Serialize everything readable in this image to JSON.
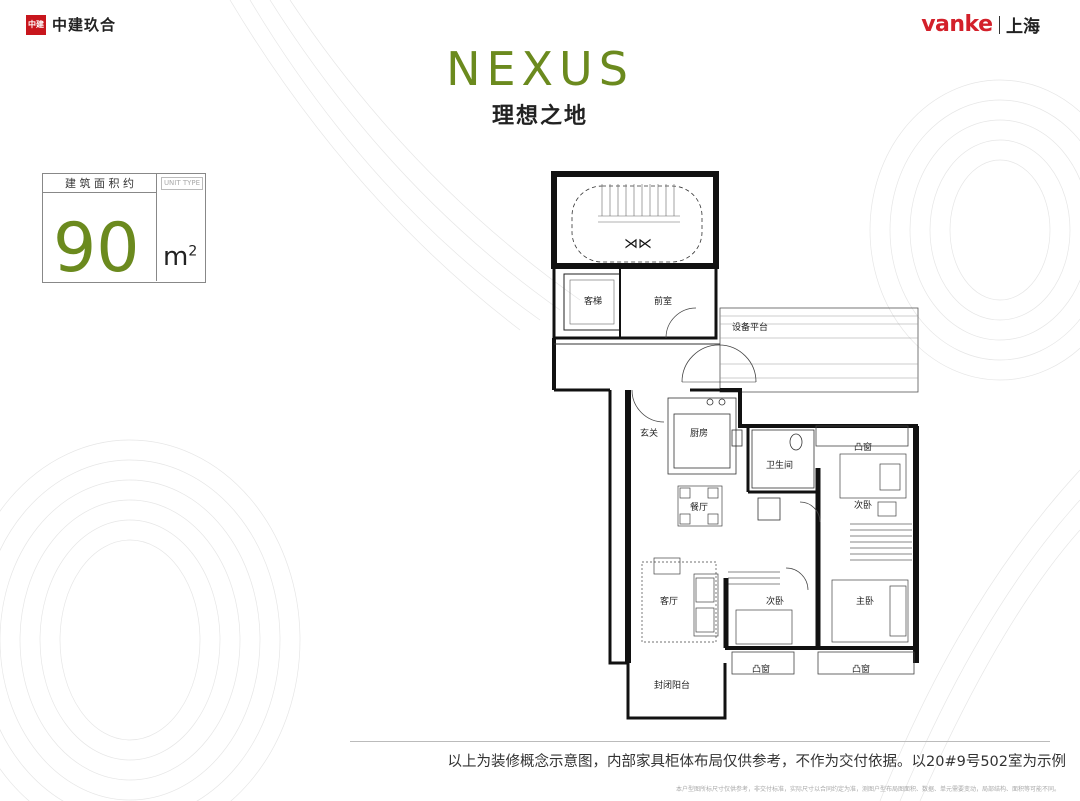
{
  "header": {
    "developer_logo": {
      "text": "中建玖合",
      "icon": "cscec-seal-logo"
    },
    "partner_logo": {
      "brand": "vanke",
      "city": "上海"
    }
  },
  "project": {
    "name": "NEXUS",
    "tagline": "理想之地"
  },
  "area_box": {
    "label": "建 筑 面 积 约",
    "type_tag": "UNIT TYPE",
    "value": "90",
    "unit": "m",
    "unit_sup": "2"
  },
  "floorplan": {
    "rooms": {
      "stair_elevator": "客梯",
      "front_room": "前室",
      "equipment_platform": "设备平台",
      "entrance": "玄关",
      "kitchen": "厨房",
      "dining": "餐厅",
      "living": "客厅",
      "bathroom": "卫生间",
      "bedroom_2": "次卧",
      "bedroom_3": "次卧",
      "master_bedroom": "主卧",
      "enclosed_balcony": "封闭阳台",
      "bay_window_1": "凸窗",
      "bay_window_2": "凸窗",
      "bay_window_3": "凸窗"
    }
  },
  "footer": {
    "note": "以上为装修概念示意图，内部家具柜体布局仅供参考，不作为交付依据。以20#9号502室为示例",
    "fine_print": "本户型图所标尺寸仅供参考，非交付标准，实际尺寸以合同约定为准，测图户型布局图面积、数据、单元需要变动，局部结构、面积等可能不同。"
  },
  "colors": {
    "accent_green": "#6b8a1e",
    "brand_red": "#d3202a",
    "seal_red": "#c8161d"
  }
}
